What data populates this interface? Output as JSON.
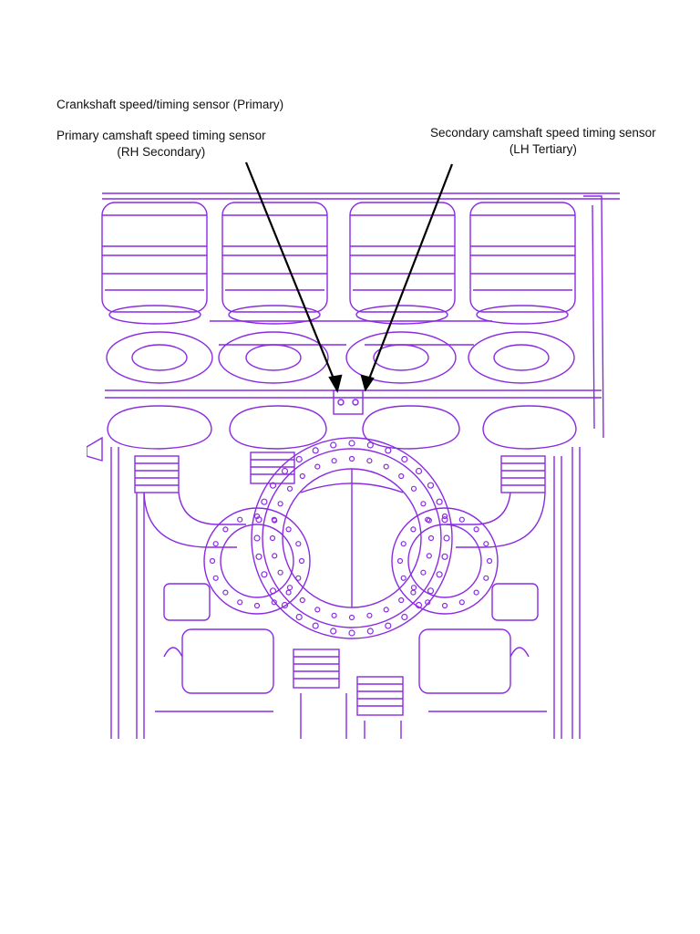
{
  "labels": {
    "crankshaft": "Crankshaft speed/timing sensor (Primary)",
    "primary_line1": "Primary camshaft speed timing sensor",
    "primary_line2": "(RH Secondary)",
    "secondary_line1": "Secondary camshaft speed timing sensor",
    "secondary_line2": "(LH Tertiary)"
  },
  "colors": {
    "drawing": "#8a2be2",
    "leader": "#000000"
  }
}
